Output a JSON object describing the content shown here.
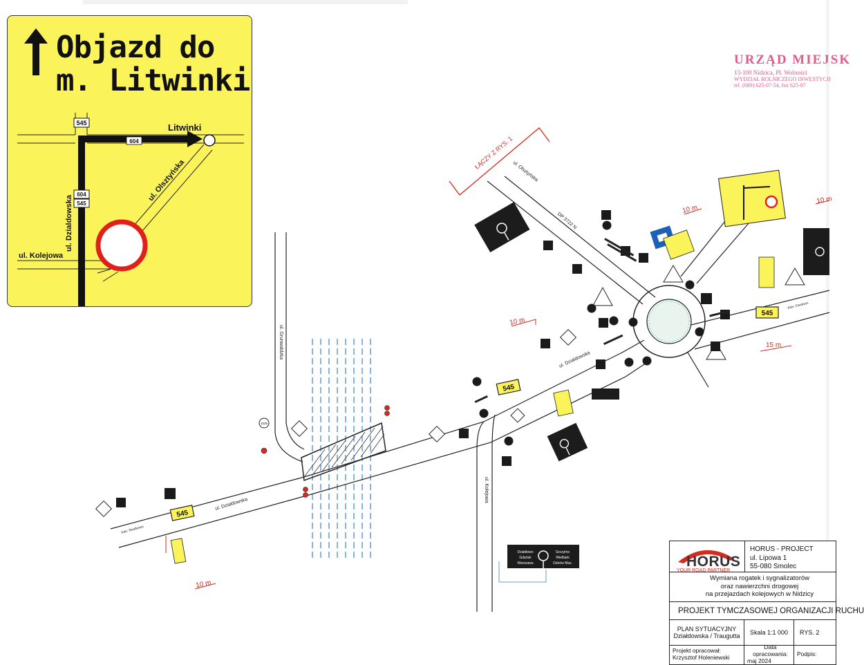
{
  "detour_sign": {
    "title_line1": "Objazd do",
    "title_line2": "m. Litwinki",
    "town": "Litwinki",
    "road_545_top": "545",
    "road_604": "604",
    "road_604_side": "604",
    "road_545_side": "545",
    "street_dzialdowska": "ul. Dzialdowska",
    "street_olsztynska": "ul. Olsztyńska",
    "street_kolejowa": "ul. Kolejowa",
    "colors": {
      "background": "#fbf35a",
      "circle_ring": "#e0201a"
    }
  },
  "stamp": {
    "line1": "URZĄD MIEJSK",
    "line2": "13-100 Nidzica, Pl. Wolności",
    "line3": "WYDZIAŁ ROLNICZEGO INWESTYCJI",
    "line4": "tel. (089) 625-07-54, fax 625-07"
  },
  "plan_labels": {
    "link": "ŁĄCZY Z RYS. 1",
    "olsztynska": "ul. Olsztyńska",
    "dp": "DP 3722 N",
    "dzialdowska_right": "ul. Dzialdowska",
    "dzialdowska_left": "ul. Dzialdowska",
    "grunwaldzka": "ul. Grunwaldzka",
    "kolejowa": "ul. Kolejowa",
    "dist_10_top": "10 m",
    "dist_10_mid": "10 m",
    "dist_10_right": "10 m",
    "dist_15": "15 m",
    "dist_10_bottom": "10 m",
    "road_545_a": "545",
    "road_545_b": "545",
    "road_545_c": "545",
    "dir_centrum": "Kier. Centrum",
    "dir_rostkowo": "Kier. Rostkowo",
    "sign_1025": "1025"
  },
  "direction_sign": {
    "left_top": "Działdowo",
    "left_mid": "Gdańsk",
    "left_bottom": "Warszawa",
    "right_top": "Szczytno",
    "right_mid": "Wielbark",
    "right_bottom": "Ostrów Maz."
  },
  "title_block": {
    "logo": "HORUS",
    "tagline": "YOUR ROAD PARTNER",
    "company": "HORUS - PROJECT",
    "address1": "ul. Lipowa 1",
    "address2": "55-080 Smolec",
    "desc1": "Wymiana rogatek i sygnalizatorów",
    "desc2": "oraz nawierzchni drogowej",
    "desc3": "na przejazdach kolejowych w Nidzicy",
    "project": "PROJEKT TYMCZASOWEJ ORGANIZACJI RUCHU",
    "plan1": "PLAN SYTUACYJNY",
    "plan2": "Działdowska / Traugutta",
    "scale": "Skala 1:1 000",
    "drawing": "RYS. 2",
    "author_label": "Projekt opracował:",
    "author": "Krzysztof Holeniewski",
    "date_label": "Data opracowania:",
    "date": "maj 2024",
    "sign_label": "Podpis:"
  }
}
